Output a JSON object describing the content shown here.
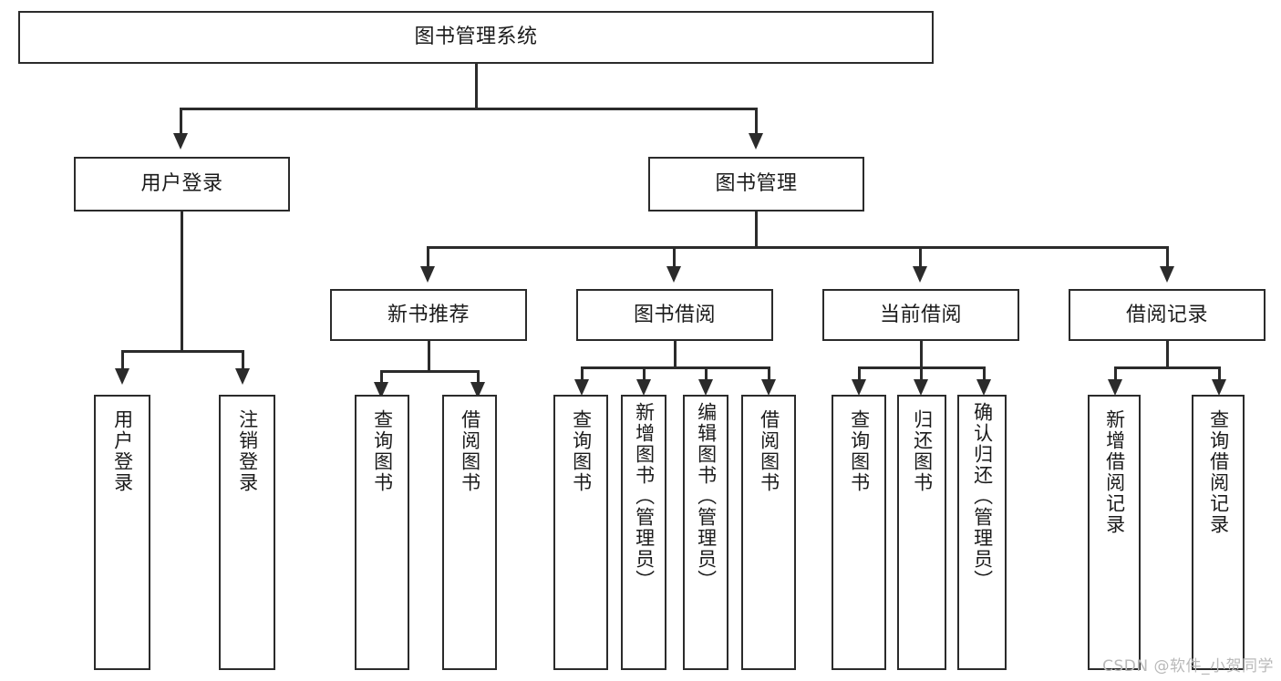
{
  "diagram": {
    "type": "tree-hierarchy",
    "title": "图书管理系统",
    "watermark": "CSDN @软件_小贺同学",
    "root": {
      "id": "root",
      "label": "图书管理系统"
    },
    "level1": [
      {
        "id": "user-login",
        "label": "用户登录"
      },
      {
        "id": "book-manage",
        "label": "图书管理"
      }
    ],
    "level2": [
      {
        "id": "new-book-recommend",
        "label": "新书推荐",
        "parent": "book-manage"
      },
      {
        "id": "book-borrow",
        "label": "图书借阅",
        "parent": "book-manage"
      },
      {
        "id": "current-borrow",
        "label": "当前借阅",
        "parent": "book-manage"
      },
      {
        "id": "borrow-record",
        "label": "借阅记录",
        "parent": "book-manage"
      }
    ],
    "leaves": {
      "user-login": [
        {
          "id": "leaf-user-login",
          "label": "用户登录"
        },
        {
          "id": "leaf-user-logout",
          "label": "注销登录"
        }
      ],
      "new-book-recommend": [
        {
          "id": "leaf-query-book-1",
          "label": "查询图书"
        },
        {
          "id": "leaf-borrow-book-1",
          "label": "借阅图书"
        }
      ],
      "book-borrow": [
        {
          "id": "leaf-query-book-2",
          "label": "查询图书"
        },
        {
          "id": "leaf-add-book",
          "label": "新增图书（管理员）"
        },
        {
          "id": "leaf-edit-book",
          "label": "编辑图书（管理员）"
        },
        {
          "id": "leaf-borrow-book-2",
          "label": "借阅图书"
        }
      ],
      "current-borrow": [
        {
          "id": "leaf-query-book-3",
          "label": "查询图书"
        },
        {
          "id": "leaf-return-book",
          "label": "归还图书"
        },
        {
          "id": "leaf-confirm-return",
          "label": "确认归还（管理员）"
        }
      ],
      "borrow-record": [
        {
          "id": "leaf-add-record",
          "label": "新增借阅记录"
        },
        {
          "id": "leaf-query-record",
          "label": "查询借阅记录"
        }
      ]
    }
  }
}
